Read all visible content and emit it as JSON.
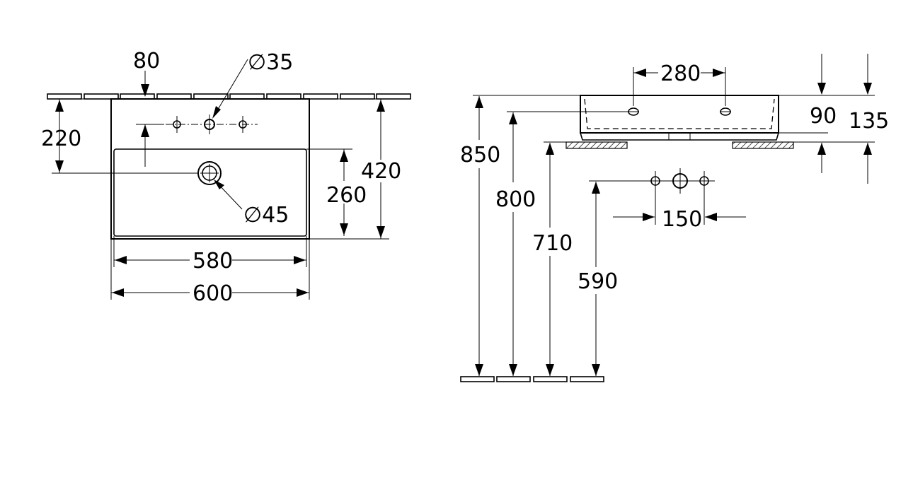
{
  "top_view": {
    "dim_hole_offset": "80",
    "dim_tap_hole_dia": "∅35",
    "dim_wall_to_hole": "220",
    "dim_depth_total": "420",
    "dim_bowl_depth": "260",
    "dim_waste_dia": "∅45",
    "dim_bowl_width": "580",
    "dim_total_width": "600"
  },
  "side_view": {
    "dim_overflow_spacing": "280",
    "dim_height_90": "90",
    "dim_height_135": "135",
    "dim_height_850": "850",
    "dim_height_800": "800",
    "dim_height_710": "710",
    "dim_height_590": "590",
    "dim_tap_spacing": "150"
  }
}
